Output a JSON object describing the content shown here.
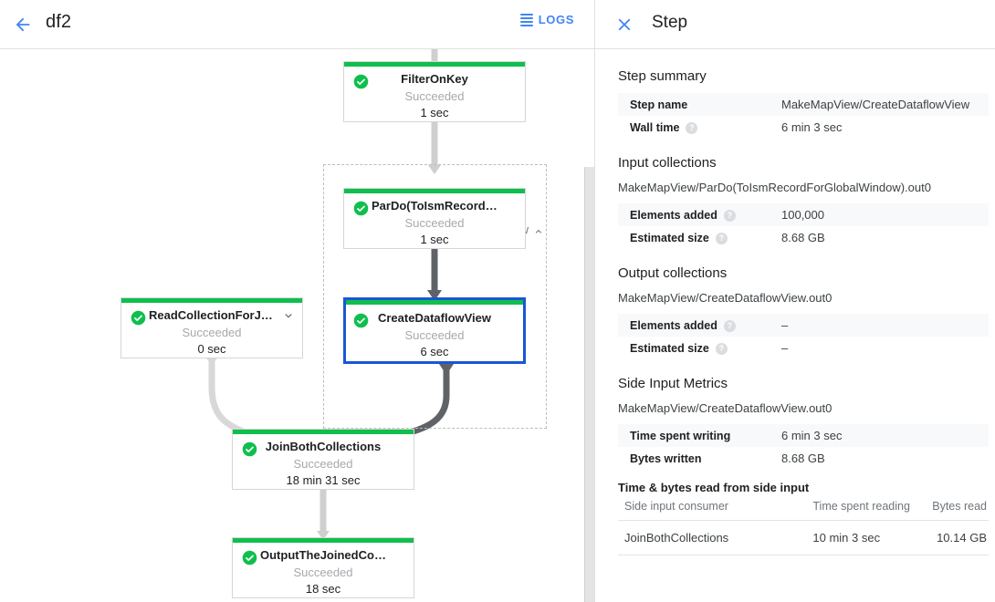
{
  "topbar": {
    "back_icon": "arrow-left-icon",
    "job_name": "df2",
    "logs_label": "LOGS",
    "logs_icon": "logs-list-icon",
    "accent_color": "#4285f4"
  },
  "graph": {
    "status_color": "#0fbf4d",
    "selected_border_color": "#1a56d6",
    "composite": {
      "label": "MakeMapView",
      "caret_icon": "chevron-up-icon"
    },
    "nodes": [
      {
        "id": "filteronkey",
        "name": "FilterOnKey",
        "status": "Succeeded",
        "duration": "1 sec",
        "selected": false,
        "caret": null
      },
      {
        "id": "pardo-toismrecord",
        "name": "ParDo(ToIsmRecordFor…",
        "status": "Succeeded",
        "duration": "1 sec",
        "selected": false,
        "caret": null
      },
      {
        "id": "createdataflowview",
        "name": "CreateDataflowView",
        "status": "Succeeded",
        "duration": "6 sec",
        "selected": true,
        "caret": null
      },
      {
        "id": "readcollectionforjoin",
        "name": "ReadCollectionForJoin",
        "status": "Succeeded",
        "duration": "0 sec",
        "selected": false,
        "caret": "chevron-down-icon"
      },
      {
        "id": "joinbothcollections",
        "name": "JoinBothCollections",
        "status": "Succeeded",
        "duration": "18 min 31 sec",
        "selected": false,
        "caret": null
      },
      {
        "id": "outputthejoinedcollec",
        "name": "OutputTheJoinedCollec…",
        "status": "Succeeded",
        "duration": "18 sec",
        "selected": false,
        "caret": null
      }
    ]
  },
  "panel": {
    "close_icon": "close-icon",
    "title": "Step",
    "step_summary": {
      "heading": "Step summary",
      "rows": [
        {
          "key": "Step name",
          "value": "MakeMapView/CreateDataflowView",
          "help": false
        },
        {
          "key": "Wall time",
          "value": "6 min 3 sec",
          "help": true
        }
      ]
    },
    "input_collections": {
      "heading": "Input collections",
      "collection": "MakeMapView/ParDo(ToIsmRecordForGlobalWindow).out0",
      "rows": [
        {
          "key": "Elements added",
          "value": "100,000",
          "help": true
        },
        {
          "key": "Estimated size",
          "value": "8.68 GB",
          "help": true
        }
      ]
    },
    "output_collections": {
      "heading": "Output collections",
      "collection": "MakeMapView/CreateDataflowView.out0",
      "rows": [
        {
          "key": "Elements added",
          "value": "–",
          "help": true
        },
        {
          "key": "Estimated size",
          "value": "–",
          "help": true
        }
      ]
    },
    "side_input_metrics": {
      "heading": "Side Input Metrics",
      "collection": "MakeMapView/CreateDataflowView.out0",
      "rows": [
        {
          "key": "Time spent writing",
          "value": "6 min 3 sec",
          "help": false
        },
        {
          "key": "Bytes written",
          "value": "8.68 GB",
          "help": false
        }
      ]
    },
    "side_input_table": {
      "heading": "Time & bytes read from side input",
      "columns": [
        "Side input consumer",
        "Time spent reading",
        "Bytes read"
      ],
      "rows": [
        [
          "JoinBothCollections",
          "10 min 3 sec",
          "10.14 GB"
        ]
      ]
    }
  }
}
